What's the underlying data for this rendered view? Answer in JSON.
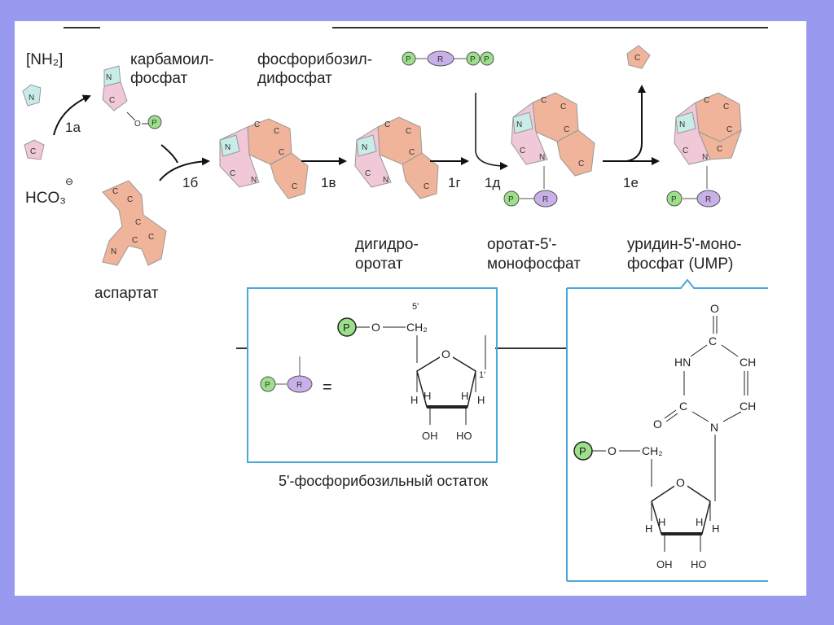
{
  "reagents": {
    "nh2": "[NH₂]",
    "hco3": "HCO₃",
    "hco3_charge": "⊖",
    "carbamoyl_phosphate": [
      "карбамоил-",
      "фосфат"
    ],
    "prpp": [
      "фосфорибозил-",
      "дифосфат"
    ],
    "aspartate": "аспартат"
  },
  "steps": [
    "1а",
    "1б",
    "1в",
    "1г",
    "1д",
    "1е"
  ],
  "products": {
    "dihydroorotate": [
      "дигидро-",
      "оротат"
    ],
    "omp": [
      "оротат-5'-",
      "монофосфат"
    ],
    "ump": [
      "уридин-5'-моно-",
      "фосфат (UMP)"
    ]
  },
  "atoms": {
    "n": "N",
    "c": "C",
    "o": "O",
    "p": "P",
    "r": "R",
    "h": "H",
    "oh": "OH",
    "ho": "HO",
    "ch": "CH",
    "hn": "HN",
    "ch2": "CH₂",
    "c5": "5'",
    "c1": "1'"
  },
  "phosphoribosyl_box": {
    "equals": "=",
    "caption": "5'-фосфорибозильный остаток"
  },
  "colors": {
    "background": "#9999f0",
    "ring_orange": "#f0b49a",
    "ring_pink": "#f0c8d8",
    "ring_cyan": "#c8ece8",
    "phosphate": "#9de08a",
    "ribose": "#c8b0e8",
    "box_border": "#4aa8d8"
  }
}
